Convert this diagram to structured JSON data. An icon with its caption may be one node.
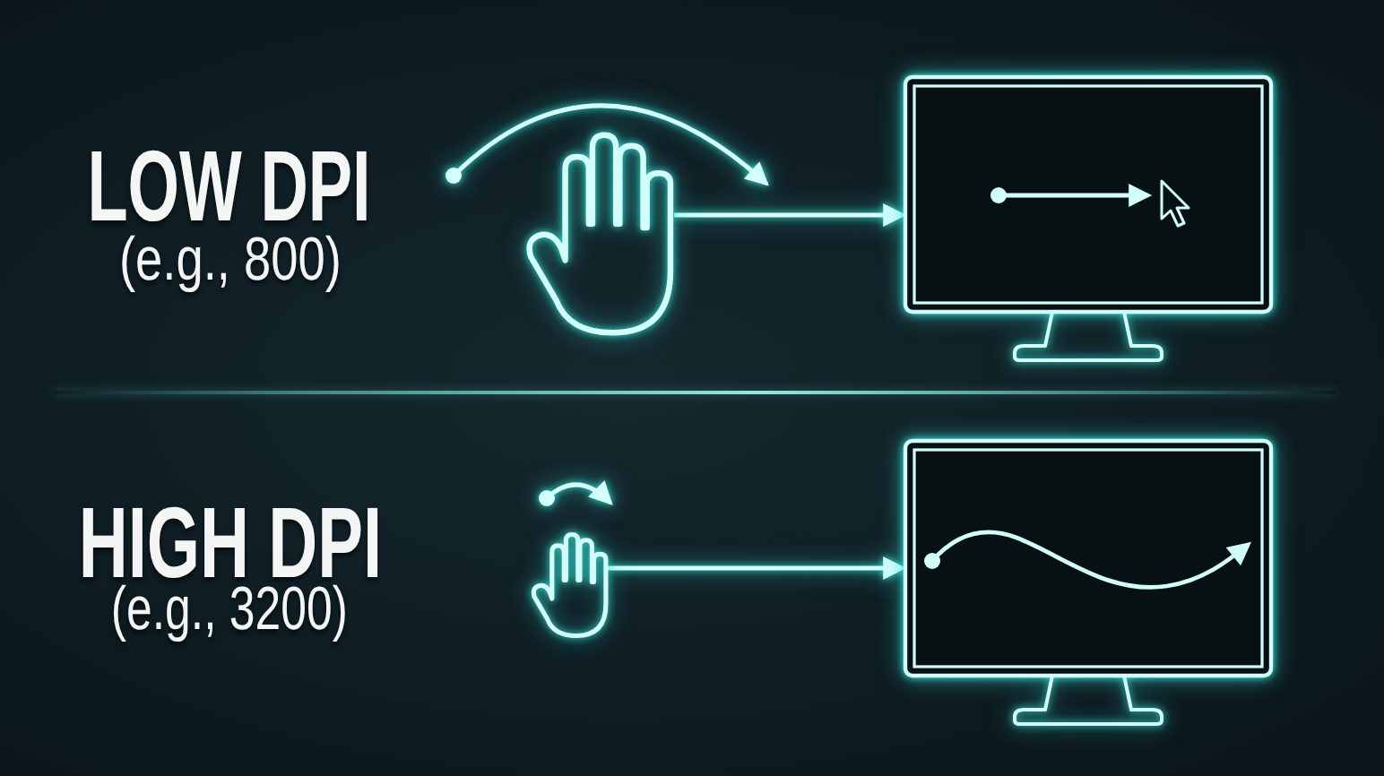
{
  "diagram": {
    "nodes": [
      {
        "text": [],
        "shape": "picture"
      },
      {
        "text": [],
        "shape": "picture"
      },
      {
        "text": [],
        "shape": "picture"
      },
      {
        "text": [],
        "shape": "picture"
      }
    ],
    "edges": [
      {
        "from": 0,
        "to": 1,
        "arrow": "to"
      },
      {
        "from": 2,
        "to": 3,
        "arrow": "to"
      }
    ],
    "labels": [
      "LOW DPI",
      "(e.g., 800)",
      "HIGH DPI",
      "(e.g., 3200)"
    ]
  }
}
